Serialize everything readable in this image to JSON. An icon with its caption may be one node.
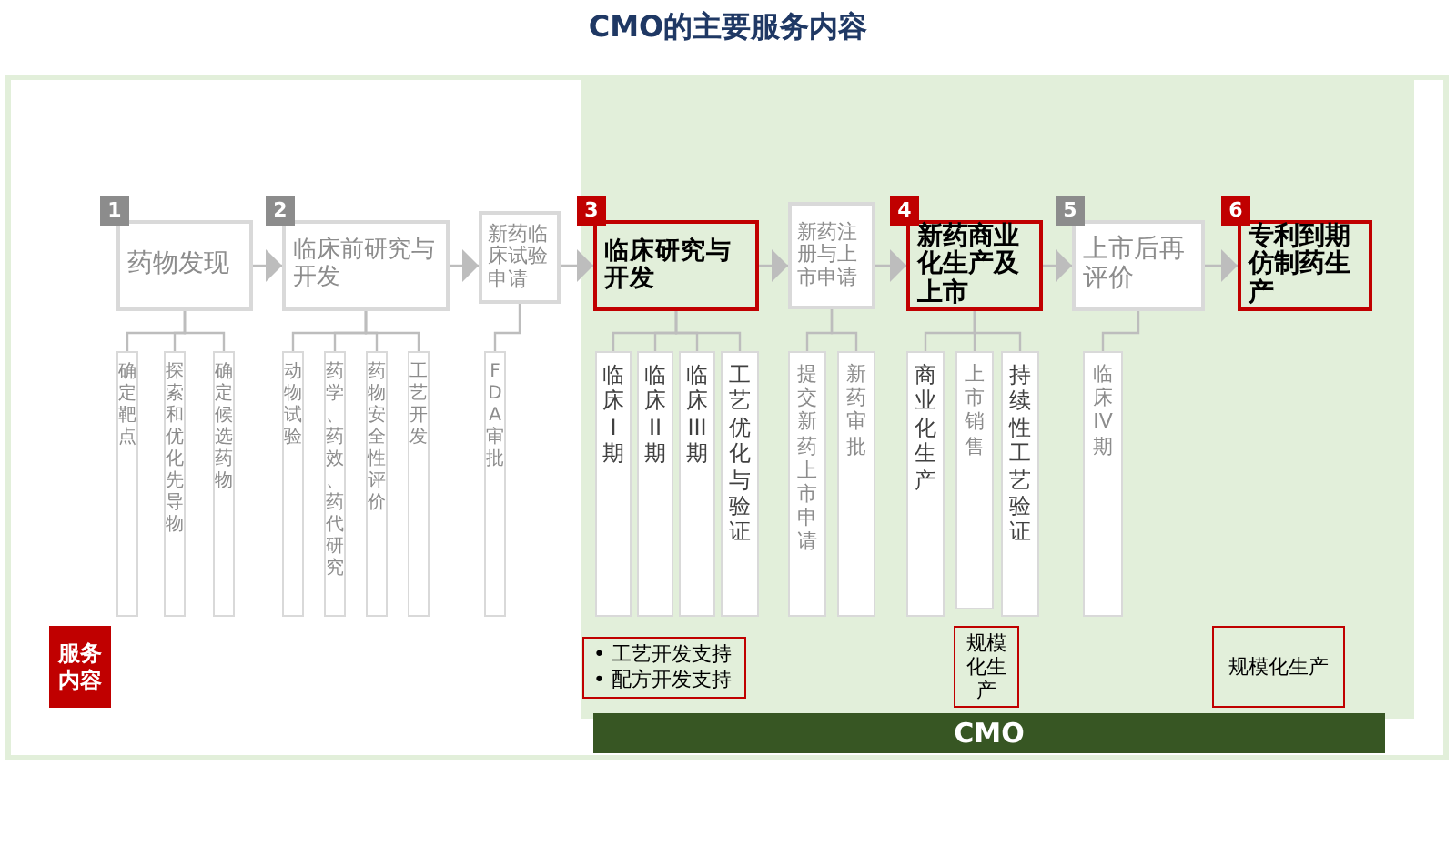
{
  "diagram": {
    "title": "CMO的主要服务内容",
    "nodes": [
      {
        "text": [
          "1",
          "药物发现"
        ]
      },
      {
        "text": [
          "2",
          "临床前研究与开发"
        ]
      },
      {
        "text": [
          "新药临床试验申请"
        ]
      },
      {
        "text": [
          "3",
          "临床研究与开发"
        ]
      },
      {
        "text": [
          "新药注册与上市申请"
        ]
      },
      {
        "text": [
          "4",
          "新药商业化生产及上市"
        ]
      },
      {
        "text": [
          "5",
          "上市后再评价"
        ]
      },
      {
        "text": [
          "6",
          "专利到期仿制药生产"
        ]
      },
      {
        "text": [
          "确定靶点"
        ]
      },
      {
        "text": [
          "探索和优化先导物"
        ]
      },
      {
        "text": [
          "确定候选药物"
        ]
      },
      {
        "text": [
          "动物试验"
        ]
      },
      {
        "text": [
          "药学、药效、药代研究"
        ]
      },
      {
        "text": [
          "药物安全性评价"
        ]
      },
      {
        "text": [
          "工艺开发"
        ]
      },
      {
        "text": [
          "FDA审批"
        ]
      },
      {
        "text": [
          "临床I期"
        ]
      },
      {
        "text": [
          "临床II期"
        ]
      },
      {
        "text": [
          "临床III期"
        ]
      },
      {
        "text": [
          "工艺优化与验证"
        ]
      },
      {
        "text": [
          "提交新药上市申请"
        ]
      },
      {
        "text": [
          "新药审批"
        ]
      },
      {
        "text": [
          "商业化生产"
        ]
      },
      {
        "text": [
          "上市销售"
        ]
      },
      {
        "text": [
          "持续性工艺验证"
        ]
      },
      {
        "text": [
          "临床IV期"
        ]
      },
      {
        "text": [
          "服务内容"
        ]
      },
      {
        "text": [
          "• 工艺开发支持",
          "• 配方开发支持"
        ]
      },
      {
        "text": [
          "规模化生产"
        ]
      },
      {
        "text": [
          "规模化生产"
        ]
      },
      {
        "text": [
          "CMO"
        ]
      }
    ],
    "edges": [
      {
        "from": 0,
        "to": 1,
        "arrow": "to"
      },
      {
        "from": 1,
        "to": 2,
        "arrow": "to"
      },
      {
        "from": 2,
        "to": 3,
        "arrow": "to"
      },
      {
        "from": 3,
        "to": 4,
        "arrow": "to"
      },
      {
        "from": 4,
        "to": 5,
        "arrow": "to"
      },
      {
        "from": 5,
        "to": 6,
        "arrow": "to"
      },
      {
        "from": 6,
        "to": 7,
        "arrow": "to"
      },
      {
        "from": 0,
        "to": 8,
        "arrow": "none"
      },
      {
        "from": 0,
        "to": 9,
        "arrow": "none"
      },
      {
        "from": 0,
        "to": 10,
        "arrow": "none"
      },
      {
        "from": 1,
        "to": 11,
        "arrow": "none"
      },
      {
        "from": 1,
        "to": 12,
        "arrow": "none"
      },
      {
        "from": 1,
        "to": 13,
        "arrow": "none"
      },
      {
        "from": 1,
        "to": 14,
        "arrow": "none"
      },
      {
        "from": 2,
        "to": 15,
        "arrow": "none"
      },
      {
        "from": 3,
        "to": 16,
        "arrow": "none"
      },
      {
        "from": 3,
        "to": 17,
        "arrow": "none"
      },
      {
        "from": 3,
        "to": 18,
        "arrow": "none"
      },
      {
        "from": 3,
        "to": 19,
        "arrow": "none"
      },
      {
        "from": 4,
        "to": 20,
        "arrow": "none"
      },
      {
        "from": 4,
        "to": 21,
        "arrow": "none"
      },
      {
        "from": 5,
        "to": 22,
        "arrow": "none"
      },
      {
        "from": 5,
        "to": 23,
        "arrow": "none"
      },
      {
        "from": 5,
        "to": 24,
        "arrow": "none"
      },
      {
        "from": 6,
        "to": 25,
        "arrow": "none"
      }
    ]
  }
}
